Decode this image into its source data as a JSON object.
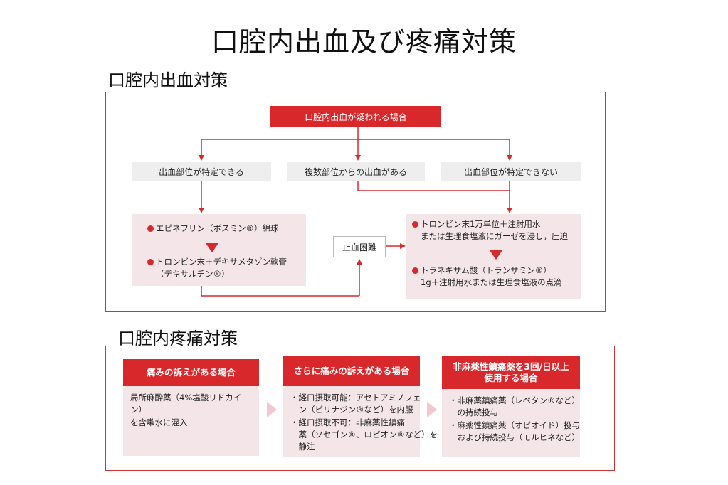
{
  "title": "口腔内出血及び疼痛対策",
  "bleeding": {
    "heading": "口腔内出血対策",
    "top": "口腔内出血が疑われる場合",
    "branch_left": "出血部位が特定できる",
    "branch_mid": "複数部位からの出血がある",
    "branch_right": "出血部位が特定できない",
    "left_item1": "エピネフリン（ボスミン®）綿球",
    "left_item2_line1": "トロンビン末＋デキサメタゾン軟膏",
    "left_item2_line2": "（デキサルチン®）",
    "center": "止血困難",
    "right_item1_line1": "トロンビン末1万単位＋注射用水",
    "right_item1_line2": "または生理食塩液にガーゼを浸し，圧迫",
    "right_item2_line1": "トラネキサム酸（トランサミン®）",
    "right_item2_line2": "1g＋注射用水または生理食塩液の点滴"
  },
  "pain": {
    "heading": "口腔内疼痛対策",
    "cards": [
      {
        "head": "痛みの訴えがある場合",
        "lines": [
          "局所麻酔薬（4%塩酸リドカイン）",
          "を含嗽水に混入"
        ]
      },
      {
        "head": "さらに痛みの訴えがある場合",
        "lines": [
          "・経口摂取可能：アセトアミノフェ",
          "　ン（ピリナジン®など）を内服",
          "・経口摂取不可：非麻薬性鎮痛",
          "　薬（ソセゴン®、ロピオン®など）を",
          "　静注"
        ]
      },
      {
        "head_line1": "非麻薬性鎮痛薬を3回/日以上",
        "head_line2": "使用する場合",
        "lines": [
          "・非麻薬鎮痛薬（レペタン®など）",
          "　の持続投与",
          "・麻薬性鎮痛薬（オピオイド）投与",
          "　および持続投与（モルヒネなど）"
        ]
      }
    ]
  },
  "colors": {
    "accent_red": "#d8282c",
    "frame_red": "#d03434",
    "pink_fill": "#f3e5e8",
    "grey_fill": "#eeeeee"
  }
}
